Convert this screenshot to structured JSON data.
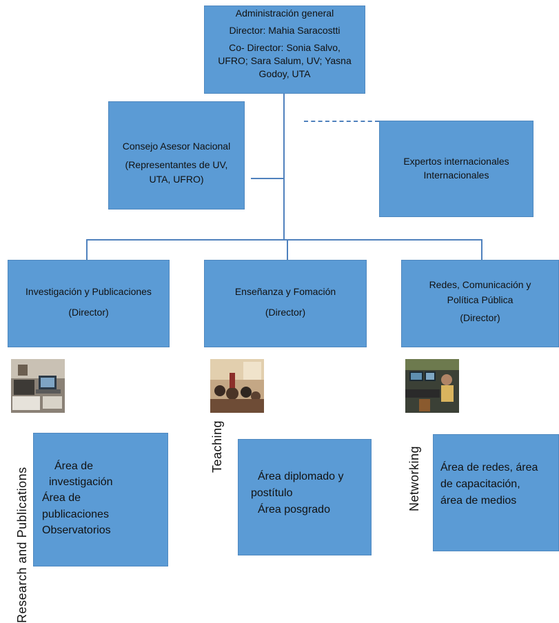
{
  "admin": {
    "title": "Administración general",
    "director": "Director: Mahia Saracostti",
    "codirector_1": "Co- Director: Sonia Salvo,",
    "codirector_2": "UFRO; Sara Salum, UV; Yasna",
    "codirector_3": "Godoy, UTA"
  },
  "consejo": {
    "title": "Consejo Asesor Nacional",
    "line_1": "(Representantes de UV,",
    "line_2": "UTA, UFRO)"
  },
  "expertos": {
    "line_1": "Expertos internacionales",
    "line_2": "Internacionales"
  },
  "areas": [
    {
      "title": "Investigación y  Publicaciones",
      "sub": "(Director)",
      "side_label": "Research and Publications",
      "items": [
        "Área de",
        "investigación",
        "Área de",
        "publicaciones",
        "Observatorios"
      ]
    },
    {
      "title": "Enseñanza y Fomación",
      "sub": "(Director)",
      "side_label": "Teaching",
      "items": [
        "Área diplomado y",
        "postítulo",
        "Área posgrado"
      ]
    },
    {
      "title_1": "Redes, Comunicación y",
      "title_2": "Política Pública",
      "sub": "(Director)",
      "side_label": "Networking",
      "items": [
        "Área de redes, área",
        "de capacitación,",
        "área de medios"
      ]
    }
  ],
  "colors": {
    "box_fill": "#5b9bd5",
    "connector": "#4f81bd"
  }
}
